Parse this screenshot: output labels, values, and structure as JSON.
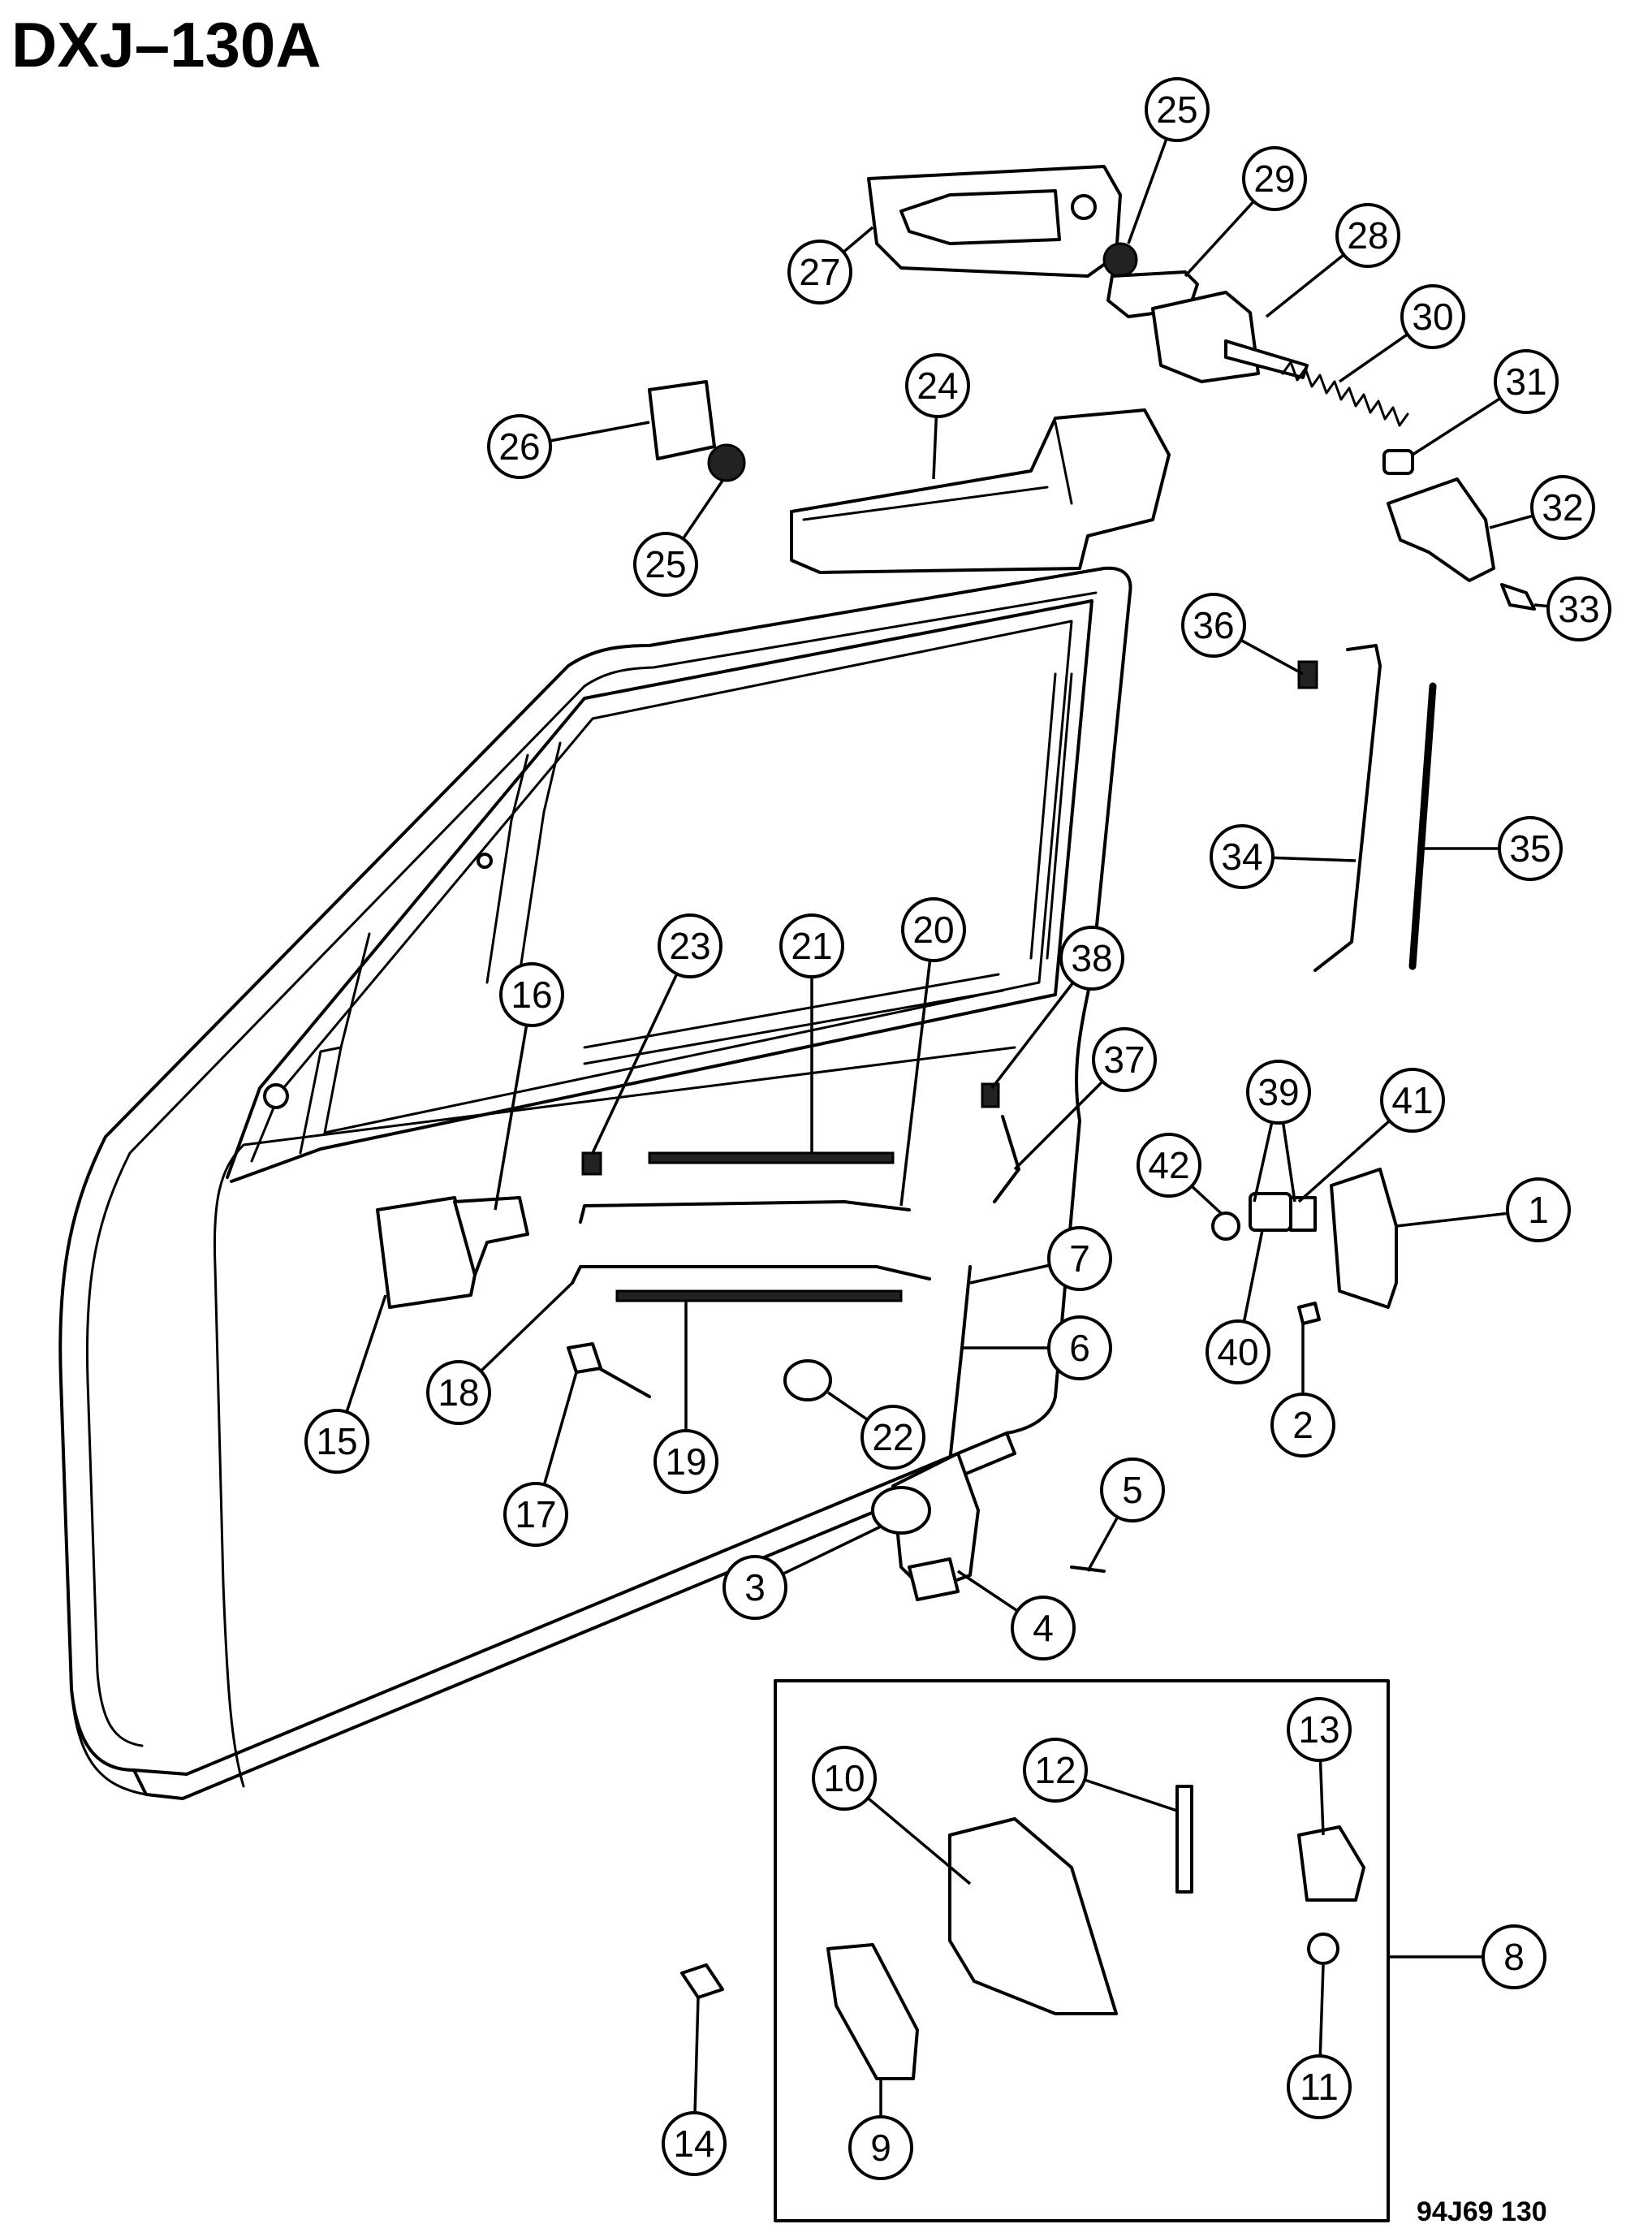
{
  "diagram": {
    "title": "DXJ–130A",
    "figure_code": "94J69  130",
    "callouts": [
      {
        "label": "1"
      },
      {
        "label": "2"
      },
      {
        "label": "3"
      },
      {
        "label": "4"
      },
      {
        "label": "5"
      },
      {
        "label": "6"
      },
      {
        "label": "7"
      },
      {
        "label": "8"
      },
      {
        "label": "9"
      },
      {
        "label": "10"
      },
      {
        "label": "11"
      },
      {
        "label": "12"
      },
      {
        "label": "13"
      },
      {
        "label": "14"
      },
      {
        "label": "15"
      },
      {
        "label": "16"
      },
      {
        "label": "17"
      },
      {
        "label": "18"
      },
      {
        "label": "19"
      },
      {
        "label": "20"
      },
      {
        "label": "21"
      },
      {
        "label": "22"
      },
      {
        "label": "23"
      },
      {
        "label": "24"
      },
      {
        "label": "25"
      },
      {
        "label": "25"
      },
      {
        "label": "26"
      },
      {
        "label": "27"
      },
      {
        "label": "28"
      },
      {
        "label": "29"
      },
      {
        "label": "30"
      },
      {
        "label": "31"
      },
      {
        "label": "32"
      },
      {
        "label": "33"
      },
      {
        "label": "34"
      },
      {
        "label": "35"
      },
      {
        "label": "36"
      },
      {
        "label": "37"
      },
      {
        "label": "38"
      },
      {
        "label": "39"
      },
      {
        "label": "40"
      },
      {
        "label": "41"
      },
      {
        "label": "42"
      }
    ]
  }
}
